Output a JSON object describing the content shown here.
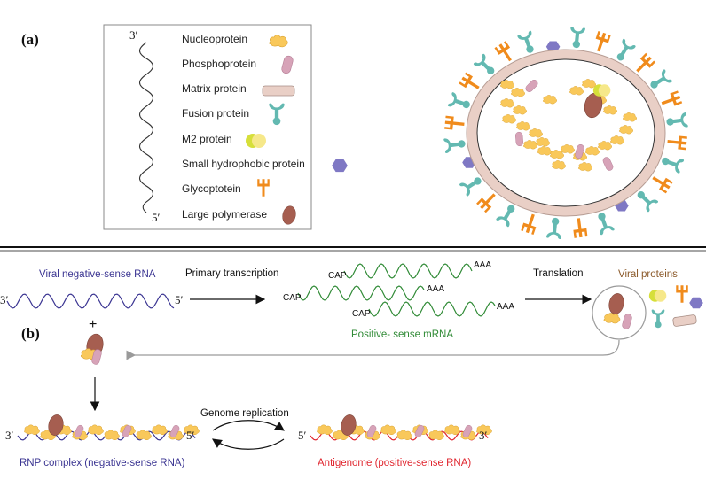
{
  "panel_a": {
    "label": "(a)",
    "strand_top": "3′",
    "strand_bottom": "5′",
    "legend": [
      {
        "label": "Nucleoprotein",
        "icon": "nucleoprotein-icon"
      },
      {
        "label": "Phosphoprotein",
        "icon": "phosphoprotein-icon"
      },
      {
        "label": "Matrix protein",
        "icon": "matrix-protein-icon"
      },
      {
        "label": "Fusion protein",
        "icon": "fusion-protein-icon"
      },
      {
        "label": "M2 protein",
        "icon": "m2-protein-icon"
      },
      {
        "label": "Small hydrophobic protein",
        "icon": "small-hydrophobic-protein-icon"
      },
      {
        "label": "Glycoptotein",
        "icon": "glycoprotein-icon"
      },
      {
        "label": "Large polymerase",
        "icon": "large-polymerase-icon"
      }
    ]
  },
  "panel_b": {
    "label": "(b)",
    "neg_rna_label": "Viral negative-sense RNA",
    "neg_rna_left": "3′",
    "neg_rna_right": "5′",
    "primary_transcription": "Primary transcription",
    "cap": "CAP",
    "poly_a": "AAA",
    "pos_mrna_label": "Positive- sense mRNA",
    "translation": "Translation",
    "viral_proteins": "Viral proteins",
    "plus": "+",
    "genome_replication": "Genome replication",
    "rnp_left": "3′",
    "rnp_right": "5′",
    "rnp_label": "RNP complex (negative-sense RNA)",
    "anti_left": "5′",
    "anti_right": "3′",
    "anti_label": "Antigenome (positive-sense RNA)"
  },
  "colors": {
    "nucleoprotein": "#f9c85a",
    "phosphoprotein": "#d7a3b8",
    "matrix": "#e9cfc6",
    "fusion": "#63b9b1",
    "m2": "#f6e57a",
    "small_hydrophobic": "#7f78c4",
    "glycoprotein": "#f08b1c",
    "polymerase": "#a65e50",
    "neg_rna": "#3b3592",
    "pos_rna": "#2f8a35",
    "antigenome": "#e0262f"
  }
}
